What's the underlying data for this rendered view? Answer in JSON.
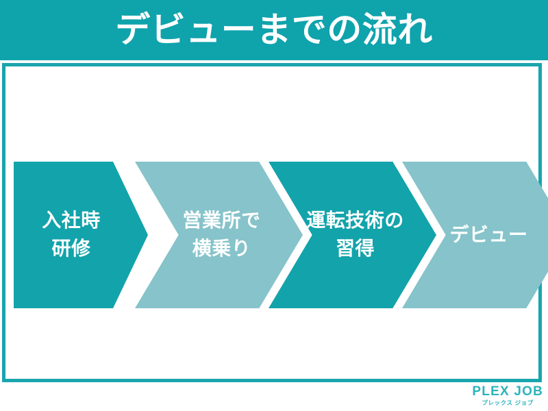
{
  "header": {
    "title": "デビューまでの流れ",
    "background_color": "#0fa3ac",
    "text_color": "#ffffff"
  },
  "card": {
    "border_color": "#19a5ad",
    "background_color": "#ffffff"
  },
  "flow": {
    "label": "デビューまでの流れ",
    "steps": [
      {
        "index": 1,
        "label": "入社時\n研修",
        "line1": "入社時",
        "line2": "研修",
        "color": "#13a3ab",
        "tone": "dark"
      },
      {
        "index": 2,
        "label": "営業所で\n横乗り",
        "line1": "営業所で",
        "line2": "横乗り",
        "color": "#86c3ca",
        "tone": "light"
      },
      {
        "index": 3,
        "label": "運転技術の\n習得",
        "line1": "運転技術の",
        "line2": "習得",
        "color": "#13a3ab",
        "tone": "dark"
      },
      {
        "index": 4,
        "label": "デビュー",
        "line1": "デビュー",
        "line2": "",
        "color": "#86c3ca",
        "tone": "light"
      }
    ]
  },
  "logo": {
    "name": "PLEX JOB",
    "kana": "プレックス ジョブ",
    "color": "#2bb3bb"
  }
}
